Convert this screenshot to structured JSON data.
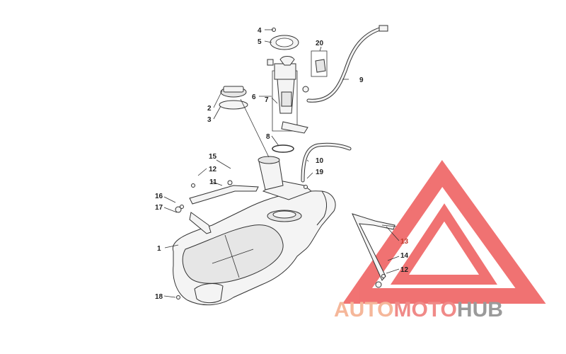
{
  "watermark": {
    "segments": [
      {
        "text": "AUTO",
        "color": "#f5b79a"
      },
      {
        "text": "MOTO",
        "color": "#f08a88"
      },
      {
        "text": "HUB",
        "color": "#9a9a9a"
      }
    ],
    "logo_color": "#ee5a5a"
  },
  "callouts": [
    {
      "id": "c1",
      "label": "1"
    },
    {
      "id": "c2",
      "label": "2"
    },
    {
      "id": "c3",
      "label": "3"
    },
    {
      "id": "c4",
      "label": "4"
    },
    {
      "id": "c5",
      "label": "5"
    },
    {
      "id": "c6",
      "label": "6"
    },
    {
      "id": "c7",
      "label": "7"
    },
    {
      "id": "c8",
      "label": "8"
    },
    {
      "id": "c9",
      "label": "9"
    },
    {
      "id": "c10",
      "label": "10"
    },
    {
      "id": "c11",
      "label": "11"
    },
    {
      "id": "c12a",
      "label": "12"
    },
    {
      "id": "c12b",
      "label": "12"
    },
    {
      "id": "c13",
      "label": "13"
    },
    {
      "id": "c14",
      "label": "14"
    },
    {
      "id": "c15",
      "label": "15"
    },
    {
      "id": "c16",
      "label": "16"
    },
    {
      "id": "c17",
      "label": "17"
    },
    {
      "id": "c18",
      "label": "18"
    },
    {
      "id": "c19",
      "label": "19"
    },
    {
      "id": "c20",
      "label": "20"
    }
  ]
}
